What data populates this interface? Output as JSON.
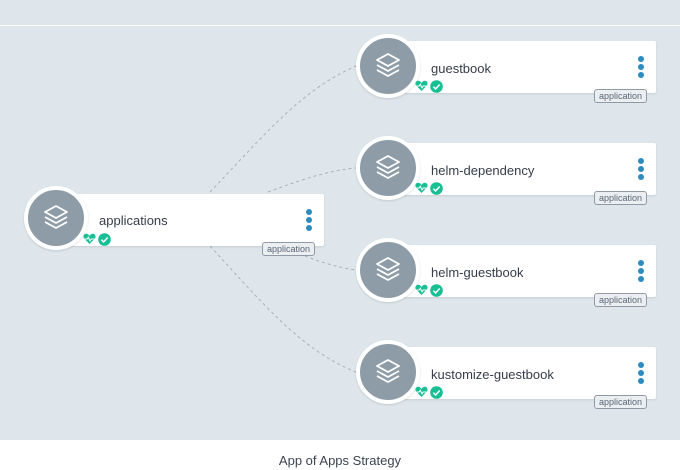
{
  "diagram": {
    "root": {
      "name": "applications",
      "kind": "application",
      "icon": "layers-icon",
      "health": "healthy",
      "sync": "synced"
    },
    "children": [
      {
        "name": "guestbook",
        "kind": "application",
        "icon": "layers-icon",
        "health": "healthy",
        "sync": "synced"
      },
      {
        "name": "helm-dependency",
        "kind": "application",
        "icon": "layers-icon",
        "health": "healthy",
        "sync": "synced"
      },
      {
        "name": "helm-guestbook",
        "kind": "application",
        "icon": "layers-icon",
        "health": "healthy",
        "sync": "synced"
      },
      {
        "name": "kustomize-guestbook",
        "kind": "application",
        "icon": "layers-icon",
        "health": "healthy",
        "sync": "synced"
      }
    ]
  },
  "colors": {
    "canvas": "#dee6eb",
    "node_circle": "#8e9ca8",
    "menu_dots": "#2e8bc0",
    "status_ok": "#18be94",
    "edge": "#a9b2bb"
  },
  "caption": "App of Apps Strategy"
}
